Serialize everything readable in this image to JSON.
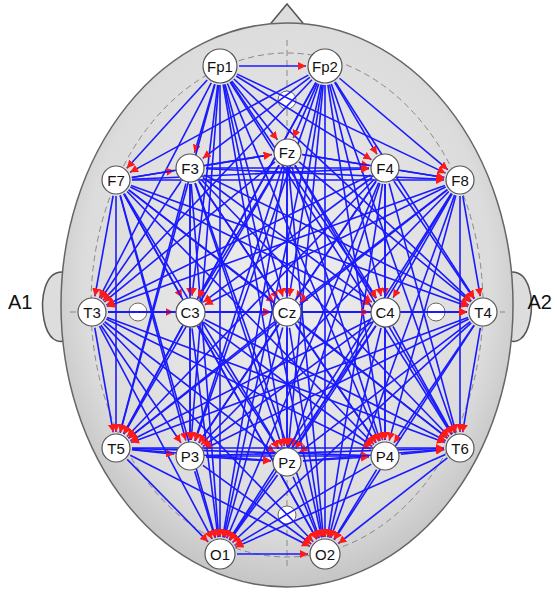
{
  "diagram": {
    "nodes": [
      {
        "text": [
          "Fp1"
        ]
      },
      {
        "text": [
          "Fp2"
        ]
      },
      {
        "text": [
          "F7"
        ]
      },
      {
        "text": [
          "F3"
        ]
      },
      {
        "text": [
          "Fz"
        ]
      },
      {
        "text": [
          "F4"
        ]
      },
      {
        "text": [
          "F8"
        ]
      },
      {
        "text": [
          "T3"
        ]
      },
      {
        "text": [
          "C3"
        ]
      },
      {
        "text": [
          "Cz"
        ]
      },
      {
        "text": [
          "C4"
        ]
      },
      {
        "text": [
          "T4"
        ]
      },
      {
        "text": [
          "T5"
        ]
      },
      {
        "text": [
          "P3"
        ]
      },
      {
        "text": [
          "Pz"
        ]
      },
      {
        "text": [
          "P4"
        ]
      },
      {
        "text": [
          "T6"
        ]
      },
      {
        "text": [
          "O1"
        ]
      },
      {
        "text": [
          "O2"
        ]
      }
    ],
    "edges": [
      {
        "from": 0,
        "to": 1,
        "arrow": "to"
      },
      {
        "from": 0,
        "to": 2,
        "arrow": "to"
      },
      {
        "from": 0,
        "to": 3,
        "arrow": "to"
      },
      {
        "from": 0,
        "to": 4,
        "arrow": "to"
      },
      {
        "from": 0,
        "to": 5,
        "arrow": "to"
      },
      {
        "from": 0,
        "to": 6,
        "arrow": "to"
      },
      {
        "from": 0,
        "to": 7,
        "arrow": "to"
      },
      {
        "from": 0,
        "to": 8,
        "arrow": "to"
      },
      {
        "from": 0,
        "to": 9,
        "arrow": "to"
      },
      {
        "from": 0,
        "to": 10,
        "arrow": "to"
      },
      {
        "from": 0,
        "to": 11,
        "arrow": "to"
      },
      {
        "from": 0,
        "to": 12,
        "arrow": "to"
      },
      {
        "from": 0,
        "to": 13,
        "arrow": "to"
      },
      {
        "from": 0,
        "to": 14,
        "arrow": "to"
      },
      {
        "from": 0,
        "to": 15,
        "arrow": "to"
      },
      {
        "from": 0,
        "to": 16,
        "arrow": "to"
      },
      {
        "from": 0,
        "to": 17,
        "arrow": "to"
      },
      {
        "from": 0,
        "to": 18,
        "arrow": "to"
      },
      {
        "from": 1,
        "to": 2,
        "arrow": "to"
      },
      {
        "from": 1,
        "to": 3,
        "arrow": "to"
      },
      {
        "from": 1,
        "to": 4,
        "arrow": "to"
      },
      {
        "from": 1,
        "to": 5,
        "arrow": "to"
      },
      {
        "from": 1,
        "to": 6,
        "arrow": "to"
      },
      {
        "from": 1,
        "to": 7,
        "arrow": "to"
      },
      {
        "from": 1,
        "to": 8,
        "arrow": "to"
      },
      {
        "from": 1,
        "to": 9,
        "arrow": "to"
      },
      {
        "from": 1,
        "to": 10,
        "arrow": "to"
      },
      {
        "from": 1,
        "to": 11,
        "arrow": "to"
      },
      {
        "from": 1,
        "to": 12,
        "arrow": "to"
      },
      {
        "from": 1,
        "to": 13,
        "arrow": "to"
      },
      {
        "from": 1,
        "to": 14,
        "arrow": "to"
      },
      {
        "from": 1,
        "to": 15,
        "arrow": "to"
      },
      {
        "from": 1,
        "to": 16,
        "arrow": "to"
      },
      {
        "from": 1,
        "to": 17,
        "arrow": "to"
      },
      {
        "from": 1,
        "to": 18,
        "arrow": "to"
      },
      {
        "from": 2,
        "to": 3,
        "arrow": "to"
      },
      {
        "from": 2,
        "to": 4,
        "arrow": "to"
      },
      {
        "from": 2,
        "to": 5,
        "arrow": "to"
      },
      {
        "from": 2,
        "to": 6,
        "arrow": "to"
      },
      {
        "from": 2,
        "to": 7,
        "arrow": "to"
      },
      {
        "from": 2,
        "to": 8,
        "arrow": "to"
      },
      {
        "from": 2,
        "to": 9,
        "arrow": "to"
      },
      {
        "from": 2,
        "to": 10,
        "arrow": "to"
      },
      {
        "from": 2,
        "to": 11,
        "arrow": "to"
      },
      {
        "from": 2,
        "to": 12,
        "arrow": "to"
      },
      {
        "from": 2,
        "to": 13,
        "arrow": "to"
      },
      {
        "from": 2,
        "to": 14,
        "arrow": "to"
      },
      {
        "from": 2,
        "to": 15,
        "arrow": "to"
      },
      {
        "from": 2,
        "to": 16,
        "arrow": "to"
      },
      {
        "from": 2,
        "to": 17,
        "arrow": "to"
      },
      {
        "from": 2,
        "to": 18,
        "arrow": "to"
      },
      {
        "from": 3,
        "to": 4,
        "arrow": "to"
      },
      {
        "from": 3,
        "to": 5,
        "arrow": "to"
      },
      {
        "from": 3,
        "to": 6,
        "arrow": "to"
      },
      {
        "from": 3,
        "to": 7,
        "arrow": "to"
      },
      {
        "from": 3,
        "to": 8,
        "arrow": "to"
      },
      {
        "from": 3,
        "to": 9,
        "arrow": "to"
      },
      {
        "from": 3,
        "to": 10,
        "arrow": "to"
      },
      {
        "from": 3,
        "to": 11,
        "arrow": "to"
      },
      {
        "from": 3,
        "to": 12,
        "arrow": "to"
      },
      {
        "from": 3,
        "to": 13,
        "arrow": "to"
      },
      {
        "from": 3,
        "to": 14,
        "arrow": "to"
      },
      {
        "from": 3,
        "to": 15,
        "arrow": "to"
      },
      {
        "from": 3,
        "to": 16,
        "arrow": "to"
      },
      {
        "from": 3,
        "to": 17,
        "arrow": "to"
      },
      {
        "from": 3,
        "to": 18,
        "arrow": "to"
      },
      {
        "from": 4,
        "to": 5,
        "arrow": "to"
      },
      {
        "from": 4,
        "to": 6,
        "arrow": "to"
      },
      {
        "from": 4,
        "to": 7,
        "arrow": "to"
      },
      {
        "from": 4,
        "to": 8,
        "arrow": "to"
      },
      {
        "from": 4,
        "to": 9,
        "arrow": "to"
      },
      {
        "from": 4,
        "to": 10,
        "arrow": "to"
      },
      {
        "from": 4,
        "to": 11,
        "arrow": "to"
      },
      {
        "from": 4,
        "to": 12,
        "arrow": "to"
      },
      {
        "from": 4,
        "to": 13,
        "arrow": "to"
      },
      {
        "from": 4,
        "to": 14,
        "arrow": "to"
      },
      {
        "from": 4,
        "to": 15,
        "arrow": "to"
      },
      {
        "from": 4,
        "to": 16,
        "arrow": "to"
      },
      {
        "from": 4,
        "to": 17,
        "arrow": "to"
      },
      {
        "from": 4,
        "to": 18,
        "arrow": "to"
      },
      {
        "from": 5,
        "to": 6,
        "arrow": "to"
      },
      {
        "from": 5,
        "to": 7,
        "arrow": "to"
      },
      {
        "from": 5,
        "to": 8,
        "arrow": "to"
      },
      {
        "from": 5,
        "to": 9,
        "arrow": "to"
      },
      {
        "from": 5,
        "to": 10,
        "arrow": "to"
      },
      {
        "from": 5,
        "to": 11,
        "arrow": "to"
      },
      {
        "from": 5,
        "to": 12,
        "arrow": "to"
      },
      {
        "from": 5,
        "to": 13,
        "arrow": "to"
      },
      {
        "from": 5,
        "to": 14,
        "arrow": "to"
      },
      {
        "from": 5,
        "to": 15,
        "arrow": "to"
      },
      {
        "from": 5,
        "to": 16,
        "arrow": "to"
      },
      {
        "from": 5,
        "to": 17,
        "arrow": "to"
      },
      {
        "from": 5,
        "to": 18,
        "arrow": "to"
      },
      {
        "from": 6,
        "to": 7,
        "arrow": "to"
      },
      {
        "from": 6,
        "to": 8,
        "arrow": "to"
      },
      {
        "from": 6,
        "to": 9,
        "arrow": "to"
      },
      {
        "from": 6,
        "to": 10,
        "arrow": "to"
      },
      {
        "from": 6,
        "to": 11,
        "arrow": "to"
      },
      {
        "from": 6,
        "to": 12,
        "arrow": "to"
      },
      {
        "from": 6,
        "to": 13,
        "arrow": "to"
      },
      {
        "from": 6,
        "to": 14,
        "arrow": "to"
      },
      {
        "from": 6,
        "to": 15,
        "arrow": "to"
      },
      {
        "from": 6,
        "to": 16,
        "arrow": "to"
      },
      {
        "from": 6,
        "to": 17,
        "arrow": "to"
      },
      {
        "from": 6,
        "to": 18,
        "arrow": "to"
      },
      {
        "from": 7,
        "to": 8,
        "arrow": "to"
      },
      {
        "from": 7,
        "to": 9,
        "arrow": "to"
      },
      {
        "from": 7,
        "to": 10,
        "arrow": "to"
      },
      {
        "from": 7,
        "to": 11,
        "arrow": "to"
      },
      {
        "from": 7,
        "to": 12,
        "arrow": "to"
      },
      {
        "from": 7,
        "to": 13,
        "arrow": "to"
      },
      {
        "from": 7,
        "to": 14,
        "arrow": "to"
      },
      {
        "from": 7,
        "to": 15,
        "arrow": "to"
      },
      {
        "from": 7,
        "to": 16,
        "arrow": "to"
      },
      {
        "from": 7,
        "to": 17,
        "arrow": "to"
      },
      {
        "from": 7,
        "to": 18,
        "arrow": "to"
      },
      {
        "from": 8,
        "to": 9,
        "arrow": "to"
      },
      {
        "from": 8,
        "to": 10,
        "arrow": "to"
      },
      {
        "from": 8,
        "to": 11,
        "arrow": "to"
      },
      {
        "from": 8,
        "to": 12,
        "arrow": "to"
      },
      {
        "from": 8,
        "to": 13,
        "arrow": "to"
      },
      {
        "from": 8,
        "to": 14,
        "arrow": "to"
      },
      {
        "from": 8,
        "to": 15,
        "arrow": "to"
      },
      {
        "from": 8,
        "to": 16,
        "arrow": "to"
      },
      {
        "from": 8,
        "to": 17,
        "arrow": "to"
      },
      {
        "from": 8,
        "to": 18,
        "arrow": "to"
      },
      {
        "from": 9,
        "to": 10,
        "arrow": "to"
      },
      {
        "from": 9,
        "to": 11,
        "arrow": "to"
      },
      {
        "from": 9,
        "to": 12,
        "arrow": "to"
      },
      {
        "from": 9,
        "to": 13,
        "arrow": "to"
      },
      {
        "from": 9,
        "to": 14,
        "arrow": "to"
      },
      {
        "from": 9,
        "to": 15,
        "arrow": "to"
      },
      {
        "from": 9,
        "to": 16,
        "arrow": "to"
      },
      {
        "from": 9,
        "to": 17,
        "arrow": "to"
      },
      {
        "from": 9,
        "to": 18,
        "arrow": "to"
      },
      {
        "from": 10,
        "to": 11,
        "arrow": "to"
      },
      {
        "from": 10,
        "to": 12,
        "arrow": "to"
      },
      {
        "from": 10,
        "to": 13,
        "arrow": "to"
      },
      {
        "from": 10,
        "to": 14,
        "arrow": "to"
      },
      {
        "from": 10,
        "to": 15,
        "arrow": "to"
      },
      {
        "from": 10,
        "to": 16,
        "arrow": "to"
      },
      {
        "from": 10,
        "to": 17,
        "arrow": "to"
      },
      {
        "from": 10,
        "to": 18,
        "arrow": "to"
      },
      {
        "from": 11,
        "to": 12,
        "arrow": "to"
      },
      {
        "from": 11,
        "to": 13,
        "arrow": "to"
      },
      {
        "from": 11,
        "to": 14,
        "arrow": "to"
      },
      {
        "from": 11,
        "to": 15,
        "arrow": "to"
      },
      {
        "from": 11,
        "to": 16,
        "arrow": "to"
      },
      {
        "from": 11,
        "to": 17,
        "arrow": "to"
      },
      {
        "from": 11,
        "to": 18,
        "arrow": "to"
      },
      {
        "from": 12,
        "to": 13,
        "arrow": "to"
      },
      {
        "from": 12,
        "to": 14,
        "arrow": "to"
      },
      {
        "from": 12,
        "to": 15,
        "arrow": "to"
      },
      {
        "from": 12,
        "to": 16,
        "arrow": "to"
      },
      {
        "from": 12,
        "to": 17,
        "arrow": "to"
      },
      {
        "from": 12,
        "to": 18,
        "arrow": "to"
      },
      {
        "from": 13,
        "to": 14,
        "arrow": "to"
      },
      {
        "from": 13,
        "to": 15,
        "arrow": "to"
      },
      {
        "from": 13,
        "to": 16,
        "arrow": "to"
      },
      {
        "from": 13,
        "to": 17,
        "arrow": "to"
      },
      {
        "from": 13,
        "to": 18,
        "arrow": "to"
      },
      {
        "from": 14,
        "to": 15,
        "arrow": "to"
      },
      {
        "from": 14,
        "to": 16,
        "arrow": "to"
      },
      {
        "from": 14,
        "to": 17,
        "arrow": "to"
      },
      {
        "from": 14,
        "to": 18,
        "arrow": "to"
      },
      {
        "from": 15,
        "to": 16,
        "arrow": "to"
      },
      {
        "from": 15,
        "to": 17,
        "arrow": "to"
      },
      {
        "from": 15,
        "to": 18,
        "arrow": "to"
      },
      {
        "from": 16,
        "to": 17,
        "arrow": "to"
      },
      {
        "from": 16,
        "to": 18,
        "arrow": "to"
      },
      {
        "from": 17,
        "to": 18,
        "arrow": "to"
      }
    ],
    "labels": [
      "A1",
      "A2"
    ]
  }
}
